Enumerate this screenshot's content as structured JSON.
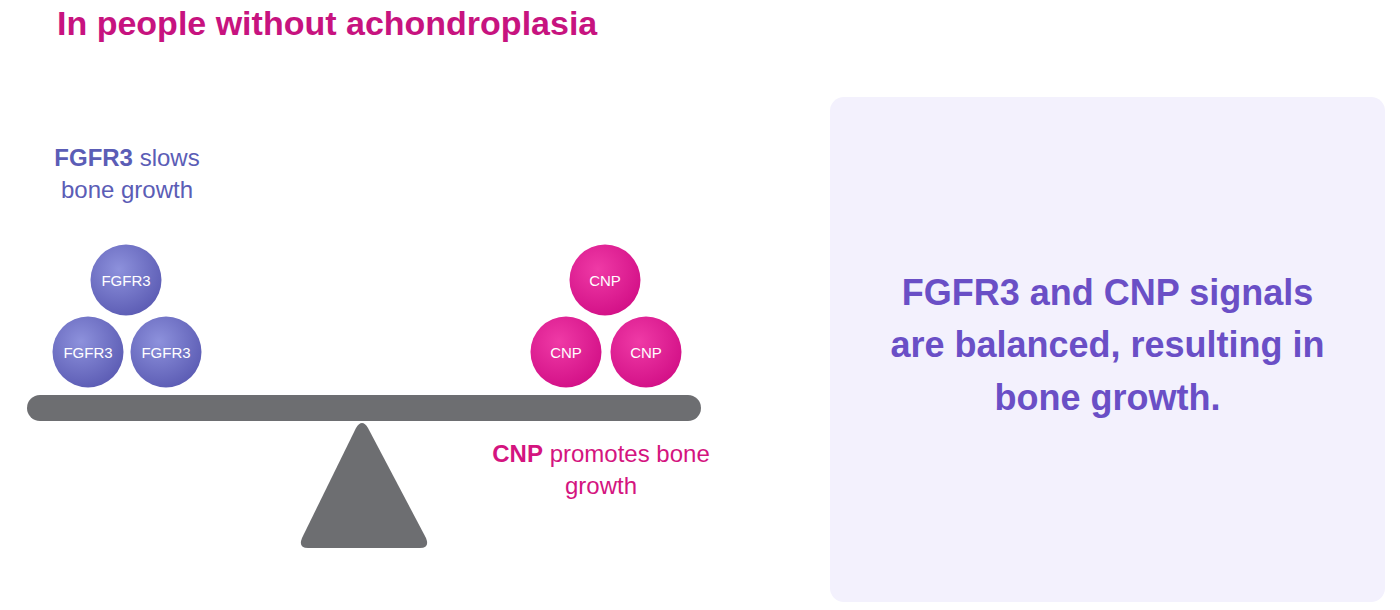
{
  "diagram": {
    "title": "In people without achondroplasia",
    "nodes": [
      {
        "text": [
          "FGFR3"
        ]
      },
      {
        "text": [
          "FGFR3"
        ]
      },
      {
        "text": [
          "FGFR3"
        ]
      },
      {
        "text": [
          "CNP"
        ]
      },
      {
        "text": [
          "CNP"
        ]
      },
      {
        "text": [
          "CNP"
        ]
      },
      {
        "text": [
          "FGFR3 and CNP signals are balanced, resulting in bone growth."
        ]
      }
    ],
    "labels": [
      "FGFR3",
      "slows bone growth",
      "CNP",
      "promotes bone growth"
    ]
  }
}
